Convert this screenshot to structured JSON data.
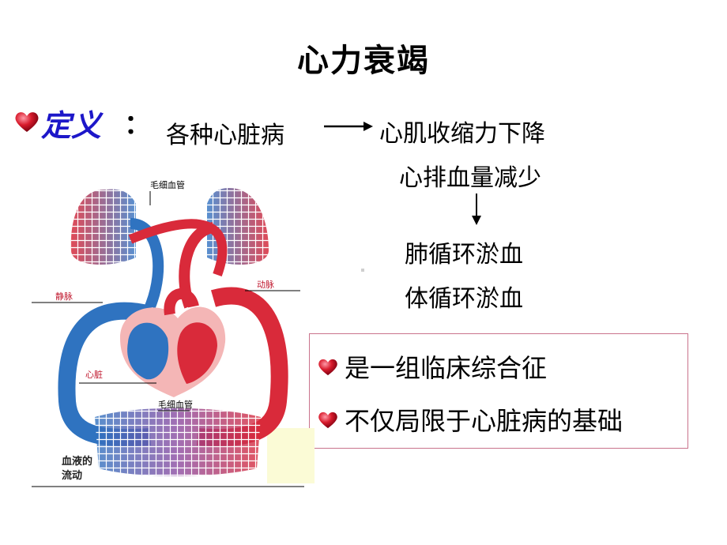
{
  "title": "心力衰竭",
  "definition": {
    "label": "定义",
    "colon": "：",
    "cause": "各种心脏病",
    "effects": [
      "心肌收缩力下降",
      "心排血量减少",
      "肺循环淤血",
      "体循环淤血"
    ]
  },
  "bullets": [
    "是一组临床综合征",
    "不仅局限于心脏病的基础"
  ],
  "diagram": {
    "capillaries_top": "毛细血管",
    "vein": "静脉",
    "artery": "动脉",
    "heart": "心脏",
    "capillaries_bottom": "毛细血管",
    "caption_line1": "血液的",
    "caption_line2": "流动"
  },
  "colors": {
    "definition_label": "#1d17c9",
    "artery_red": "#d92a3a",
    "vein_blue": "#2f73c0",
    "box_border": "#c9738c",
    "heart_icon": "#c8102e"
  }
}
